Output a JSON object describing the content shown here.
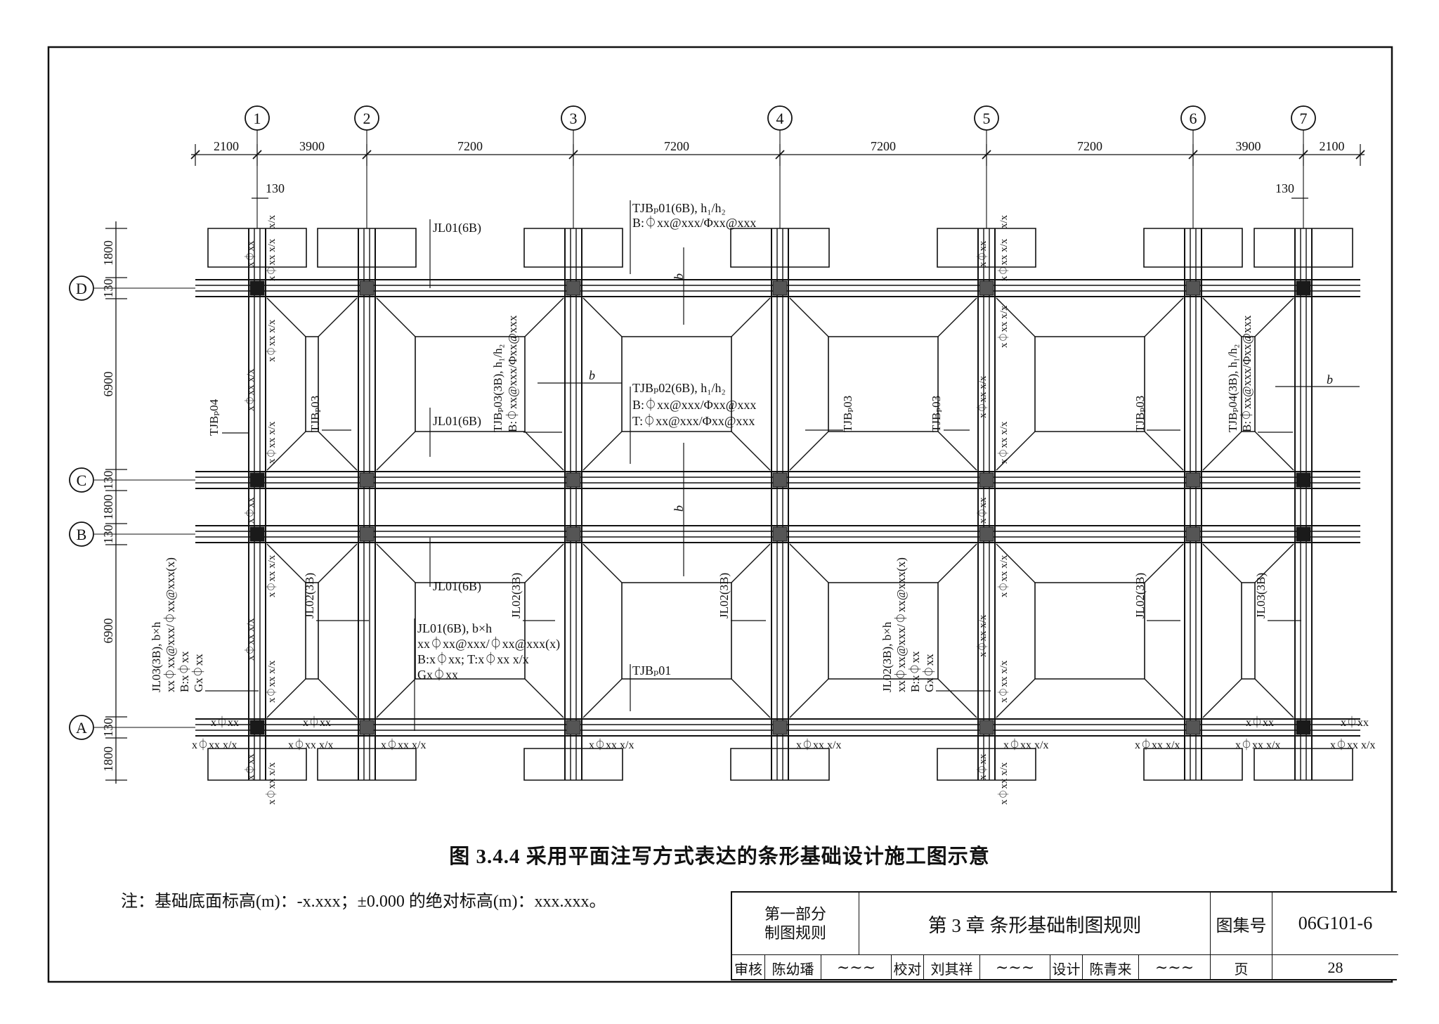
{
  "axes": {
    "columns": [
      "1",
      "2",
      "3",
      "4",
      "5",
      "6",
      "7"
    ],
    "rows": [
      "D",
      "C",
      "B",
      "A"
    ],
    "top_dims": [
      "2100",
      "3900",
      "7200",
      "7200",
      "7200",
      "7200",
      "3900",
      "2100"
    ],
    "left_dims": [
      "1800",
      "130",
      "6900",
      "130",
      "1800",
      "130",
      "6900",
      "130",
      "1800"
    ],
    "offset_130": "130"
  },
  "annotations": {
    "tjbp01_top_1": "TJBₚ01(6B), h₁/h₂",
    "tjbp01_top_2": "B:⏀xx@xxx/Φxx@xxx",
    "tjbp02_1": "TJBₚ02(6B), h₁/h₂",
    "tjbp02_2": "B:⏀xx@xxx/Φxx@xxx",
    "tjbp02_3": "T:⏀xx@xxx/Φxx@xxx",
    "tjbp01_bottom": "TJBₚ01",
    "jl01_1": "JL01(6B)",
    "jl01_2": "JL01(6B)",
    "jl01_3": "JL01(6B)",
    "jl01_spec_1": "JL01(6B), b×h",
    "jl01_spec_2": "xx⏀xx@xxx/⏀xx@xxx(x)",
    "jl01_spec_3": "B:x⏀xx; T:x⏀xx x/x",
    "jl01_spec_4": "Gx⏀xx",
    "tjbp03_v_1": "TJBₚ03(3B), h₁/h₂",
    "tjbp03_v_2": "B:⏀xx@xxx/Φxx@xxx",
    "tjbp04_v_1": "TJBₚ04(3B), h₁/h₂",
    "tjbp04_v_2": "B:⏀xx@xxx/Φxx@xxx",
    "tjbp04": "TJBₚ04",
    "tjbp03": "TJBₚ03",
    "jl02_3b": "JL02(3B)",
    "jl03_3b": "JL03(3B)",
    "jl03_spec_1": "JL03(3B), b×h",
    "jl03_spec_2": "xx⏀xx@xxx/⏀xx@xxx(x)",
    "jl03_spec_3": "B:x⏀xx",
    "jl03_spec_4": "Gx⏀xx",
    "jl02_spec_1": "JL02(3B), b×h",
    "jl02_spec_2": "xx⏀xx@xxx/⏀xx@xxx(x)",
    "jl02_spec_3": "B:x⏀xx",
    "jl02_spec_4": "Gx⏀xx",
    "b": "b",
    "xphixx": "x⏀xx",
    "xphixx_xx": "x⏀xx x/x",
    "xx": "x/x"
  },
  "caption": "图 3.4.4 采用平面注写方式表达的条形基础设计施工图示意",
  "note": "注：基础底面标高(m)：-x.xxx；±0.000 的绝对标高(m)：xxx.xxx。",
  "title_block": {
    "part_line1": "第一部分",
    "part_line2": "制图规则",
    "chapter": "第 3 章  条形基础制图规则",
    "atlas_label": "图集号",
    "atlas_no": "06G101-6",
    "review_label": "审核",
    "review_name": "陈幼璠",
    "check_label": "校对",
    "check_name": "刘其祥",
    "design_label": "设计",
    "design_name": "陈青来",
    "page_label": "页",
    "page_no": "28"
  },
  "colors": {
    "ink": "#111111",
    "column_fill": "#3a3a3a",
    "paper": "#ffffff"
  }
}
